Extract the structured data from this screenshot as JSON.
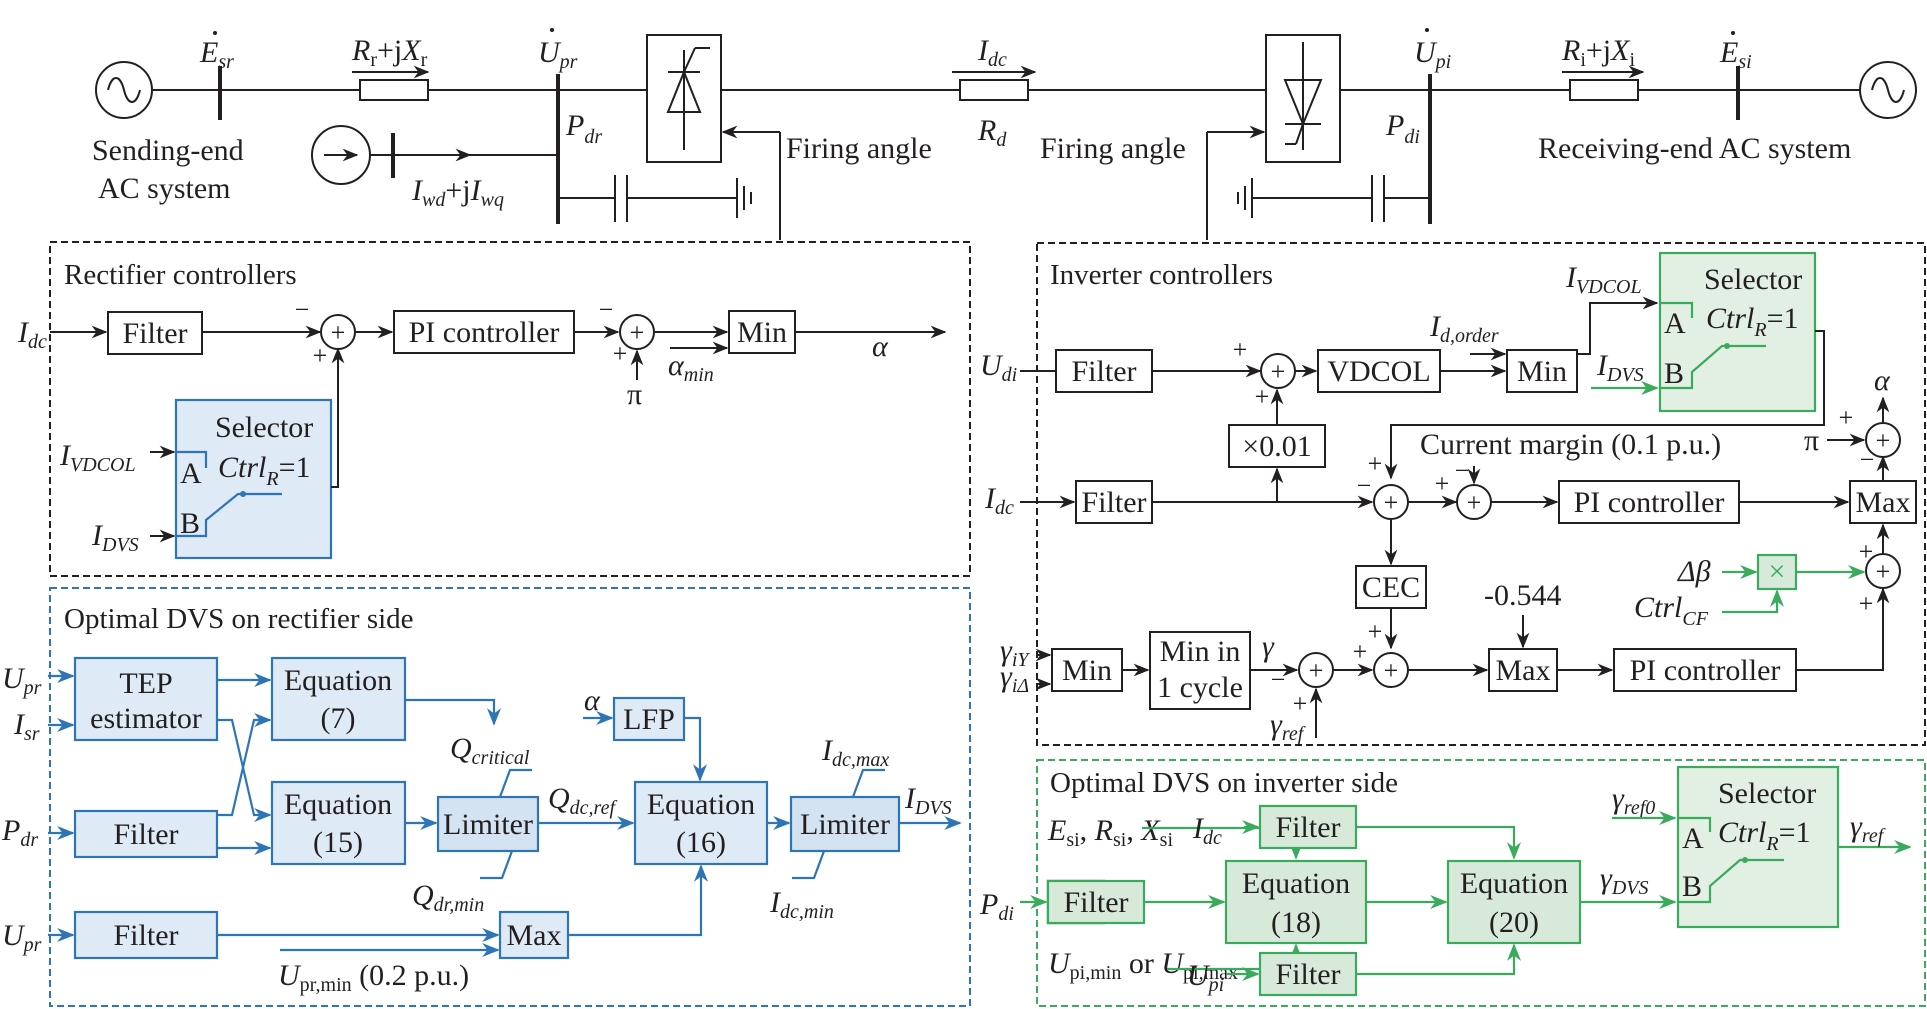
{
  "colors": {
    "black": "#231f20",
    "blue": "#2e75b6",
    "blue_fill": "#deeaf5",
    "green": "#3aaa5c",
    "green_fill": "#d7ead9"
  },
  "power_circuit": {
    "sending_end": {
      "line1": "Sending-end",
      "line2": "AC system"
    },
    "receiving_end": "Receiving-end AC system",
    "E_sr": {
      "main": "E",
      "sub": "sr"
    },
    "Rr_jXr": {
      "R": "R",
      "Rsub": "r",
      "mid": "+j",
      "X": "X",
      "Xsub": "r"
    },
    "U_pr": {
      "main": "U",
      "sub": "pr"
    },
    "P_dr": {
      "main": "P",
      "sub": "dr"
    },
    "Iwd_jIwq": {
      "I1": "I",
      "I1sub": "wd",
      "mid": "+j",
      "I2": "I",
      "I2sub": "wq"
    },
    "I_dc": {
      "main": "I",
      "sub": "dc"
    },
    "R_d": {
      "main": "R",
      "sub": "d"
    },
    "firing_angle_left": "Firing angle",
    "firing_angle_right": "Firing angle",
    "U_pi": {
      "main": "U",
      "sub": "pi"
    },
    "P_di": {
      "main": "P",
      "sub": "di"
    },
    "Ri_jXi": {
      "R": "R",
      "Rsub": "i",
      "mid": "+j",
      "X": "X",
      "Xsub": "i"
    },
    "E_si": {
      "main": "E",
      "sub": "si"
    }
  },
  "rectifier_controllers": {
    "title": "Rectifier controllers",
    "input": {
      "main": "I",
      "sub": "dc"
    },
    "filter": "Filter",
    "pi_controller": "PI controller",
    "min": "Min",
    "alpha_min": {
      "main": "α",
      "sub": "min"
    },
    "pi_symbol": "π",
    "output": "α",
    "selector": {
      "title": "Selector",
      "ctrl": "Ctrl",
      "ctrl_sub": "R",
      "ctrl_val": "=1",
      "port_a": "A",
      "port_b": "B",
      "in_a": {
        "main": "I",
        "sub": "VDCOL"
      },
      "in_b": {
        "main": "I",
        "sub": "DVS"
      }
    },
    "signs": {
      "sum1_top": "−",
      "sum1_bottom": "+",
      "sum2_top": "−",
      "sum2_bottom": "+"
    }
  },
  "optimal_dvs_rectifier": {
    "title": "Optimal DVS on rectifier side",
    "inputs": {
      "U_pr": {
        "main": "U",
        "sub": "pr"
      },
      "I_sr": {
        "main": "I",
        "sub": "sr"
      },
      "P_dr": {
        "main": "P",
        "sub": "dr"
      },
      "U_pr2": {
        "main": "U",
        "sub": "pr"
      }
    },
    "tep": {
      "line1": "TEP",
      "line2": "estimator"
    },
    "eq7": {
      "line1": "Equation",
      "line2": "(7)"
    },
    "eq15": {
      "line1": "Equation",
      "line2": "(15)"
    },
    "eq16": {
      "line1": "Equation",
      "line2": "(16)"
    },
    "filter1": "Filter",
    "filter2": "Filter",
    "limiter1": "Limiter",
    "limiter2": "Limiter",
    "lfp": "LFP",
    "max": "Max",
    "alpha": "α",
    "Q_critical": {
      "main": "Q",
      "sub": "critical"
    },
    "Q_dr_min": {
      "main": "Q",
      "sub": "dr,min"
    },
    "Q_dc_ref": {
      "main": "Q",
      "sub": "dc,ref"
    },
    "I_dc_max": {
      "main": "I",
      "sub": "dc,max"
    },
    "I_dc_min": {
      "main": "I",
      "sub": "dc,min"
    },
    "I_DVS": {
      "main": "I",
      "sub": "DVS"
    },
    "U_pr_min": {
      "main": "U",
      "sub": "pr,min",
      "suffix": " (0.2 p.u.)"
    }
  },
  "inverter_controllers": {
    "title": "Inverter controllers",
    "U_di": {
      "main": "U",
      "sub": "di"
    },
    "I_dc": {
      "main": "I",
      "sub": "dc"
    },
    "filter1": "Filter",
    "filter2": "Filter",
    "vdcol": "VDCOL",
    "min": "Min",
    "x001": "×0.01",
    "I_d_order": {
      "main": "I",
      "sub": "d,order"
    },
    "current_margin": "Current margin (0.1 p.u.)",
    "pi_controller1": "PI controller",
    "pi_controller2": "PI controller",
    "max1": "Max",
    "max2": "Max",
    "cec": "CEC",
    "min2": "Min",
    "min_cycle": {
      "line1": "Min in",
      "line2": "1 cycle"
    },
    "gamma": "γ",
    "gamma_ref": {
      "main": "γ",
      "sub": "ref"
    },
    "gamma_iY": {
      "main": "γ",
      "sub": "iY"
    },
    "gamma_iD": {
      "main": "γ",
      "sub": "iΔ"
    },
    "const_0544": "-0.544",
    "delta_beta": "Δβ",
    "ctrl_cf": {
      "main": "Ctrl",
      "sub": "CF"
    },
    "multiply": "×",
    "pi_symbol": "π",
    "alpha": "α",
    "selector": {
      "title": "Selector",
      "ctrl": "Ctrl",
      "ctrl_sub": "R",
      "ctrl_val": "=1",
      "port_a": "A",
      "port_b": "B",
      "in_a": {
        "main": "I",
        "sub": "VDCOL"
      },
      "in_b": {
        "main": "I",
        "sub": "DVS"
      }
    }
  },
  "optimal_dvs_inverter": {
    "title": "Optimal DVS on inverter side",
    "P_di": {
      "main": "P",
      "sub": "di"
    },
    "E_R_X": "E",
    "params": {
      "E": "E",
      "Esub": "si",
      "R": "R",
      "Rsub": "si",
      "X": "X",
      "Xsub": "si"
    },
    "I_dc": {
      "main": "I",
      "sub": "dc"
    },
    "U_pi": {
      "main": "U",
      "sub": "pi"
    },
    "U_limits": {
      "a": "U",
      "asub": "pi,min",
      "or": " or ",
      "b": "U",
      "bsub": "pi,max"
    },
    "filter1": "Filter",
    "filter2": "Filter",
    "filter3": "Filter",
    "eq18": {
      "line1": "Equation",
      "line2": "(18)"
    },
    "eq20": {
      "line1": "Equation",
      "line2": "(20)"
    },
    "gamma_DVS": {
      "main": "γ",
      "sub": "DVS"
    },
    "gamma_ref0": {
      "main": "γ",
      "sub": "ref0"
    },
    "gamma_ref": {
      "main": "γ",
      "sub": "ref"
    },
    "selector": {
      "title": "Selector",
      "ctrl": "Ctrl",
      "ctrl_sub": "R",
      "ctrl_val": "=1",
      "port_a": "A",
      "port_b": "B"
    }
  }
}
